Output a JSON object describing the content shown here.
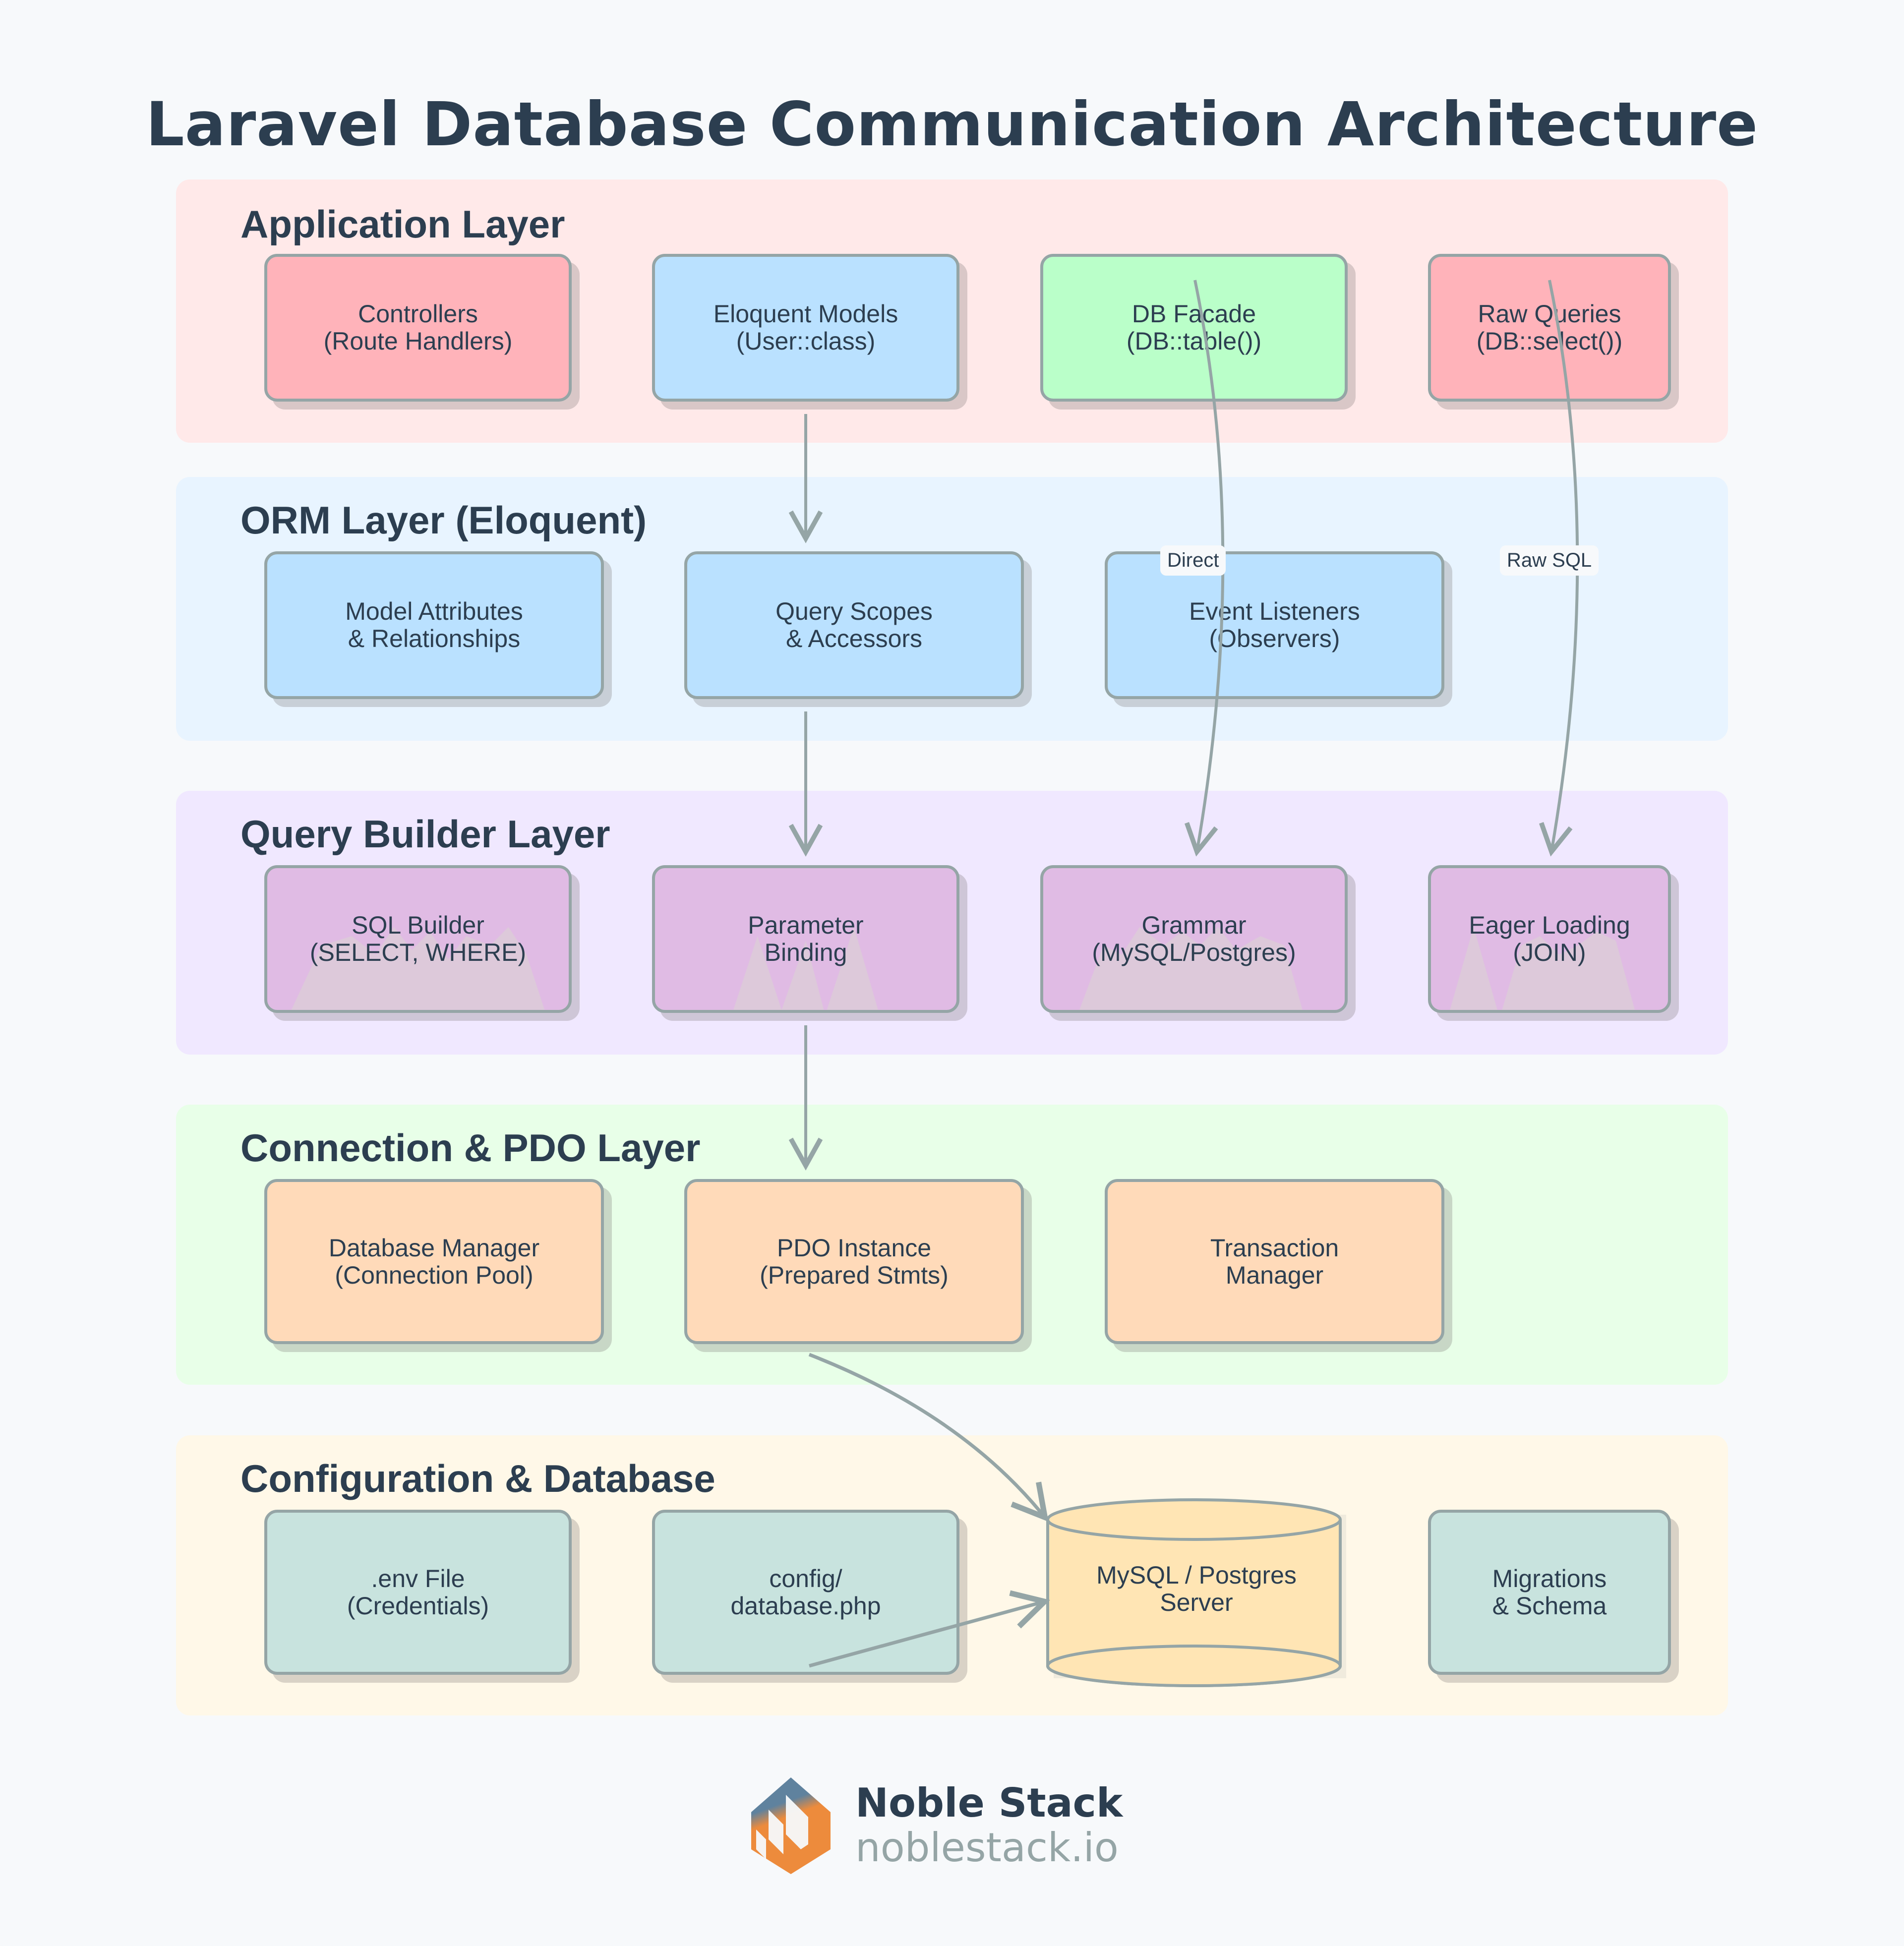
{
  "title": "Laravel Database Communication Architecture",
  "colors": {
    "text": "#2c3e50",
    "stroke": "#95a5a6",
    "background": "#f7f9fb",
    "logo_blue": "#5f829e",
    "logo_orange": "#ed8b3c"
  },
  "layers": [
    {
      "title": "Application Layer",
      "bg": "#ffe9e9",
      "boxes": [
        {
          "label": "Controllers\n(Route Handlers)",
          "fill": "#ffb3ba"
        },
        {
          "label": "Eloquent Models\n(User::class)",
          "fill": "#bae1ff"
        },
        {
          "label": "DB Facade\n(DB::table())",
          "fill": "#baffc9"
        },
        {
          "label": "Raw Queries\n(DB::select())",
          "fill": "#ffb3ba"
        }
      ]
    },
    {
      "title": "ORM Layer (Eloquent)",
      "bg": "#e8f4ff",
      "boxes": [
        {
          "label": "Model Attributes\n& Relationships",
          "fill": "#bae1ff"
        },
        {
          "label": "Query Scopes\n& Accessors",
          "fill": "#bae1ff"
        },
        {
          "label": "Event Listeners\n(Observers)",
          "fill": "#bae1ff"
        }
      ]
    },
    {
      "title": "Query Builder Layer",
      "bg": "#f0e8ff",
      "boxes": [
        {
          "label": "SQL Builder\n(SELECT, WHERE)",
          "fill": "#e0bbe4"
        },
        {
          "label": "Parameter\nBinding",
          "fill": "#e0bbe4"
        },
        {
          "label": "Grammar\n(MySQL/Postgres)",
          "fill": "#e0bbe4"
        },
        {
          "label": "Eager Loading\n(JOIN)",
          "fill": "#e0bbe4"
        }
      ]
    },
    {
      "title": "Connection & PDO Layer",
      "bg": "#e8ffe8",
      "boxes": [
        {
          "label": "Database Manager\n(Connection Pool)",
          "fill": "#ffdab9"
        },
        {
          "label": "PDO Instance\n(Prepared Stmts)",
          "fill": "#ffdab9"
        },
        {
          "label": "Transaction\nManager",
          "fill": "#ffdab9"
        }
      ]
    },
    {
      "title": "Configuration & Database",
      "bg": "#fff8e8",
      "boxes": [
        {
          "label": ".env File\n(Credentials)",
          "fill": "#c8e3de"
        },
        {
          "label": "config/\ndatabase.php",
          "fill": "#c8e3de"
        },
        {
          "label": "MySQL / Postgres\nServer",
          "fill": "#ffe5b4",
          "shape": "cylinder"
        },
        {
          "label": "Migrations\n& Schema",
          "fill": "#c8e3de"
        }
      ]
    }
  ],
  "edge_labels": {
    "direct": "Direct",
    "raw_sql": "Raw SQL"
  },
  "footer": {
    "brand": "Noble Stack",
    "site": "noblestack.io"
  }
}
